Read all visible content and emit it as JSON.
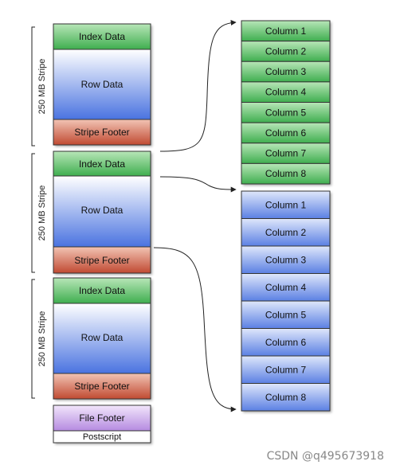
{
  "stripes": [
    {
      "size_label": "250 MB Stripe",
      "index_label": "Index Data",
      "row_label": "Row Data",
      "footer_label": "Stripe Footer"
    },
    {
      "size_label": "250 MB Stripe",
      "index_label": "Index Data",
      "row_label": "Row Data",
      "footer_label": "Stripe Footer"
    },
    {
      "size_label": "250 MB Stripe",
      "index_label": "Index Data",
      "row_label": "Row Data",
      "footer_label": "Stripe Footer"
    }
  ],
  "file_footer_label": "File Footer",
  "postscript_label": "Postscript",
  "index_columns": [
    "Column 1",
    "Column 2",
    "Column 3",
    "Column 4",
    "Column 5",
    "Column 6",
    "Column 7",
    "Column 8"
  ],
  "data_columns": [
    "Column 1",
    "Column 2",
    "Column 3",
    "Column 4",
    "Column 5",
    "Column 6",
    "Column 7",
    "Column 8"
  ],
  "watermark": "CSDN @q495673918",
  "colors": {
    "index_green": "#3fae4f",
    "row_blue": "#4a73e0",
    "footer_red": "#c8553d",
    "file_footer_purple": "#b58be0"
  }
}
